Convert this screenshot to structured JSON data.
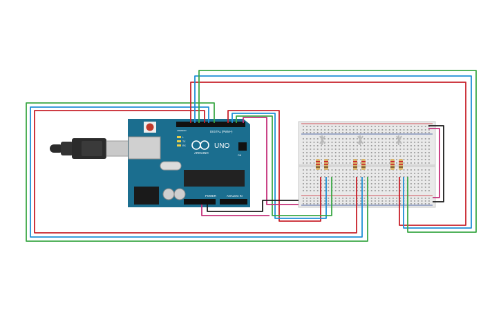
{
  "arduino": {
    "brand": "UNO",
    "logo_text": "ARDUINO",
    "digital_label": "DIGITAL (PWM~)",
    "power_label": "POWER",
    "analog_label": "ANALOG IN",
    "tx_label": "TX",
    "rx_label": "RX",
    "l_label": "L",
    "on_label": "ON",
    "aref_label": "AREF",
    "gnd_label": "GND"
  },
  "wire_colors": {
    "red": "#c8202a",
    "green": "#3aa845",
    "blue": "#1f8fd6",
    "magenta": "#c4307a",
    "black": "#1a1a1a"
  },
  "board_colors": {
    "arduino": "#1b6e8f",
    "breadboard": "#e9e9e9",
    "usb_plug": "#2b2b2b"
  }
}
